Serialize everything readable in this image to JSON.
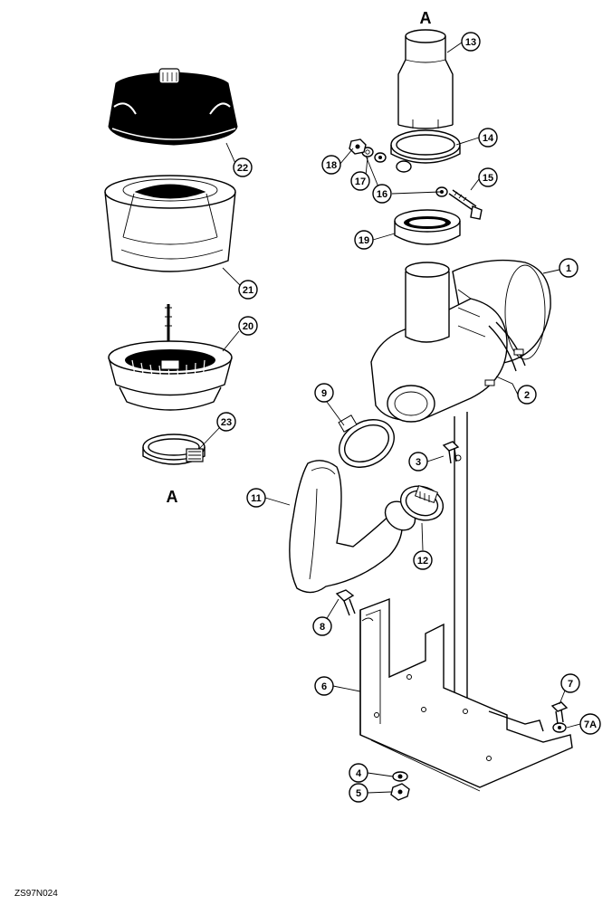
{
  "diagram": {
    "code": "ZS97N024",
    "connector_label": "A",
    "callouts": {
      "c1": "1",
      "c2": "2",
      "c3": "3",
      "c4": "4",
      "c5": "5",
      "c6": "6",
      "c7": "7",
      "c7a": "7A",
      "c8": "8",
      "c9": "9",
      "c11": "11",
      "c12": "12",
      "c13": "13",
      "c14": "14",
      "c15": "15",
      "c16": "16",
      "c17": "17",
      "c18": "18",
      "c19": "19",
      "c20": "20",
      "c21": "21",
      "c22": "22",
      "c23": "23"
    }
  }
}
